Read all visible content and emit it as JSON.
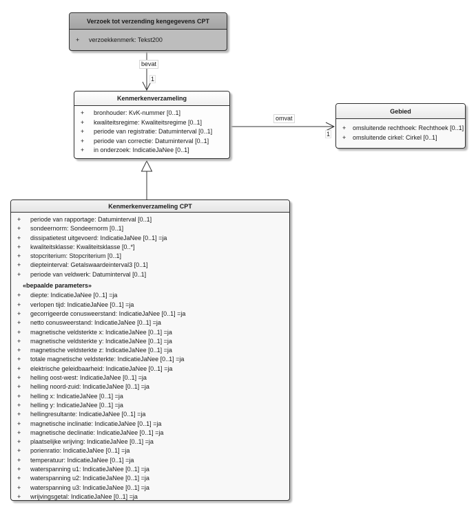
{
  "diagram": {
    "visibility_symbol": "+",
    "classes": {
      "verzoek": {
        "title": "Verzoek tot verzending kengegevens CPT",
        "attributes": [
          "verzoekkenmerk: Tekst200"
        ]
      },
      "kenmerkenverzameling": {
        "title": "Kenmerkenverzameling",
        "attributes": [
          "bronhouder: KvK-nummer [0..1]",
          "kwaliteitsregime: Kwaliteitsregime [0..1]",
          "periode van registratie: Datuminterval [0..1]",
          "periode van correctie: Datuminterval [0..1]",
          "in onderzoek: IndicatieJaNee [0..1]"
        ]
      },
      "gebied": {
        "title": "Gebied",
        "attributes": [
          "omsluitende rechthoek: Rechthoek [0..1]",
          "omsluitende cirkel: Cirkel [0..1]"
        ]
      },
      "kenmerkenverzameling_cpt": {
        "title": "Kenmerkenverzameling CPT",
        "attributes_general": [
          "periode van rapportage: Datuminterval [0..1]",
          "sondeernorm: Sondeernorm [0..1]",
          "dissipatietest uitgevoerd: IndicatieJaNee [0..1] =ja",
          "kwaliteitsklasse: Kwaliteitsklasse [0..*]",
          "stopcriterium: Stopcriterium [0..1]",
          "diepteinterval: Getalswaardeinterval3 [0..1]",
          "periode van veldwerk: Datuminterval [0..1]"
        ],
        "stereotype": "«bepaalde parameters»",
        "attributes_parameters": [
          "diepte: IndicatieJaNee [0..1] =ja",
          "verlopen tijd: IndicatieJaNee [0..1] =ja",
          "gecorrigeerde conusweerstand: IndicatieJaNee [0..1] =ja",
          "netto conusweerstand: IndicatieJaNee [0..1] =ja",
          "magnetische veldsterkte x: IndicatieJaNee [0..1] =ja",
          "magnetische veldsterkte y: IndicatieJaNee [0..1] =ja",
          "magnetische veldsterkte z: IndicatieJaNee [0..1] =ja",
          "totale magnetische veldsterkte: IndicatieJaNee [0..1] =ja",
          "elektrische geleidbaarheid: IndicatieJaNee [0..1] =ja",
          "helling oost-west: IndicatieJaNee [0..1] =ja",
          "helling noord-zuid: IndicatieJaNee [0..1] =ja",
          "helling x: IndicatieJaNee [0..1] =ja",
          "helling y: IndicatieJaNee [0..1] =ja",
          "hellingresultante: IndicatieJaNee [0..1] =ja",
          "magnetische inclinatie: IndicatieJaNee [0..1] =ja",
          "magnetische declinatie: IndicatieJaNee [0..1] =ja",
          "plaatselijke wrijving: IndicatieJaNee [0..1] =ja",
          "porienratio: IndicatieJaNee [0..1] =ja",
          "temperatuur: IndicatieJaNee [0..1] =ja",
          "waterspanning u1: IndicatieJaNee [0..1] =ja",
          "waterspanning u2: IndicatieJaNee [0..1] =ja",
          "waterspanning u3: IndicatieJaNee [0..1] =ja",
          "wrijvingsgetal: IndicatieJaNee [0..1] =ja"
        ]
      }
    },
    "connectors": {
      "bevat": {
        "label": "bevat",
        "target_multiplicity": "1"
      },
      "omvat": {
        "label": "omvat",
        "target_multiplicity": "1"
      }
    }
  }
}
